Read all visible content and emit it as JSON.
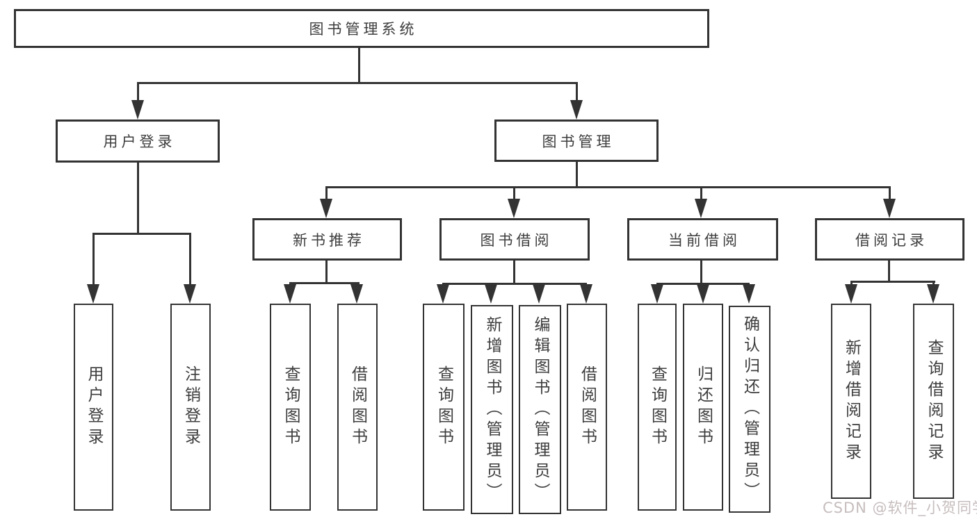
{
  "colors": {
    "line": "#333333",
    "text": "#3d3d3d",
    "watermark": "#c7bdbd",
    "background": "#ffffff"
  },
  "watermark": {
    "text": "CSDN @软件_小贺同学"
  },
  "tree": {
    "root": {
      "label": "图书管理系统"
    },
    "user_login": {
      "label": "用户登录",
      "children": {
        "login": {
          "label": "用户登录"
        },
        "logout": {
          "label": "注销登录"
        }
      }
    },
    "book_mgmt": {
      "label": "图书管理",
      "children": {
        "new_book_rec": {
          "label": "新书推荐",
          "children": {
            "query_books": {
              "label": "查询图书"
            },
            "borrow_books": {
              "label": "借阅图书"
            }
          }
        },
        "book_borrow": {
          "label": "图书借阅",
          "children": {
            "query_books": {
              "label": "查询图书"
            },
            "add_books": {
              "label": "新增图书（管理员）"
            },
            "edit_books": {
              "label": "编辑图书（管理员）"
            },
            "borrow_books": {
              "label": "借阅图书"
            }
          }
        },
        "current_borrow": {
          "label": "当前借阅",
          "children": {
            "query_books": {
              "label": "查询图书"
            },
            "return_books": {
              "label": "归还图书"
            },
            "confirm_return": {
              "label": "确认归还（管理员）"
            }
          }
        },
        "borrow_records": {
          "label": "借阅记录",
          "children": {
            "add_record": {
              "label": "新增借阅记录"
            },
            "query_record": {
              "label": "查询借阅记录"
            }
          }
        }
      }
    }
  }
}
